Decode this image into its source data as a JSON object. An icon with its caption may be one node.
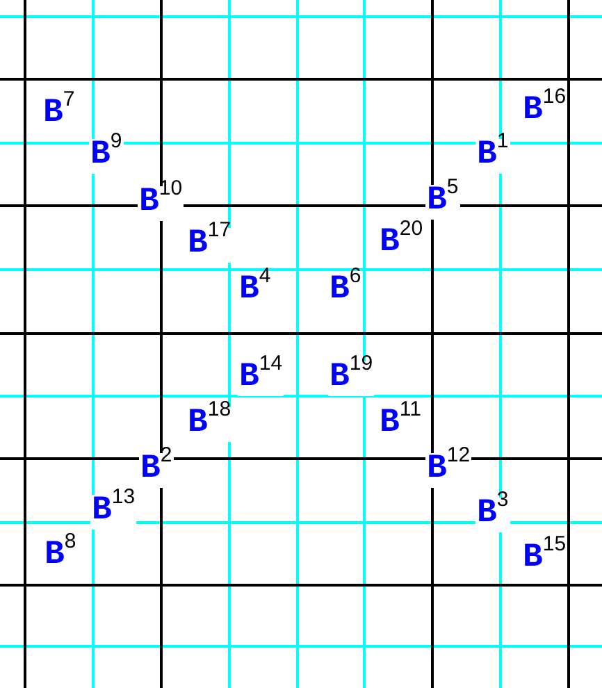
{
  "diagram": {
    "labels": [
      "B$^{7}$",
      "B$^{16}$",
      "B$^{9}$",
      "B$^{1}$",
      "B$^{10}$",
      "B$^{5}$",
      "B$^{17}$",
      "B$^{20}$",
      "B$^{4}$",
      "B$^{6}$",
      "B$^{14}$",
      "B$^{19}$",
      "B$^{18}$",
      "B$^{11}$",
      "B$^{2}$",
      "B$^{12}$",
      "B$^{13}$",
      "B$^{3}$",
      "B$^{8}$",
      "B$^{15}$"
    ]
  }
}
